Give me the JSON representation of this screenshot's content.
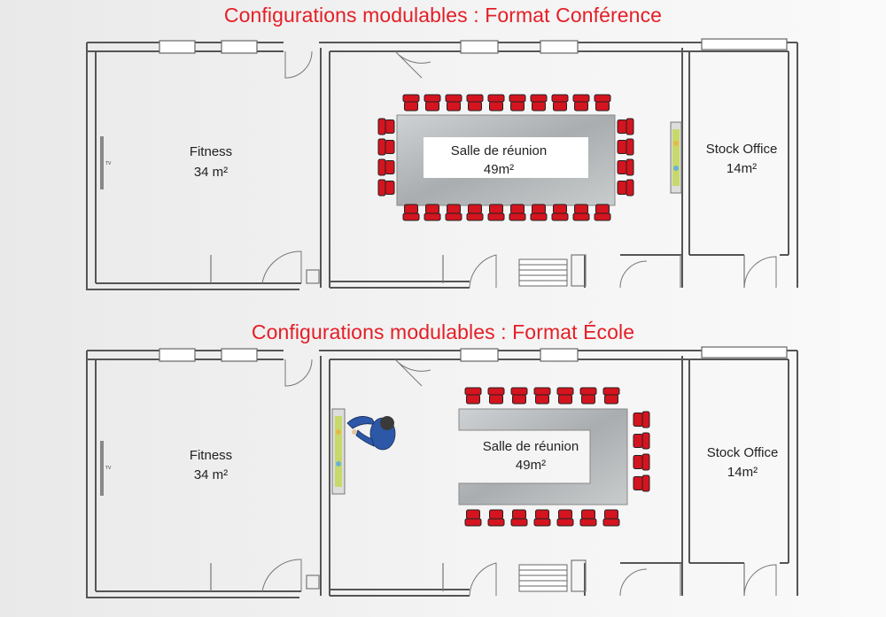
{
  "plans": [
    {
      "title": "Configurations modulables : Format Conférence",
      "rooms": {
        "fitness": {
          "name": "Fitness",
          "area": "34 m²"
        },
        "meeting": {
          "name": "Salle de réunion",
          "area": "49m²"
        },
        "stock": {
          "name": "Stock Office",
          "area": "14m²"
        }
      },
      "tv_label": "TV"
    },
    {
      "title": "Configurations modulables : Format École",
      "rooms": {
        "fitness": {
          "name": "Fitness",
          "area": "34 m²"
        },
        "meeting": {
          "name": "Salle de réunion",
          "area": "49m²"
        },
        "stock": {
          "name": "Stock Office",
          "area": "14m²"
        }
      },
      "tv_label": "TV"
    }
  ],
  "colors": {
    "title": "#e41e26",
    "chair": "#d4141f",
    "table": "#b8bcbe",
    "person": "#2d58a8"
  }
}
